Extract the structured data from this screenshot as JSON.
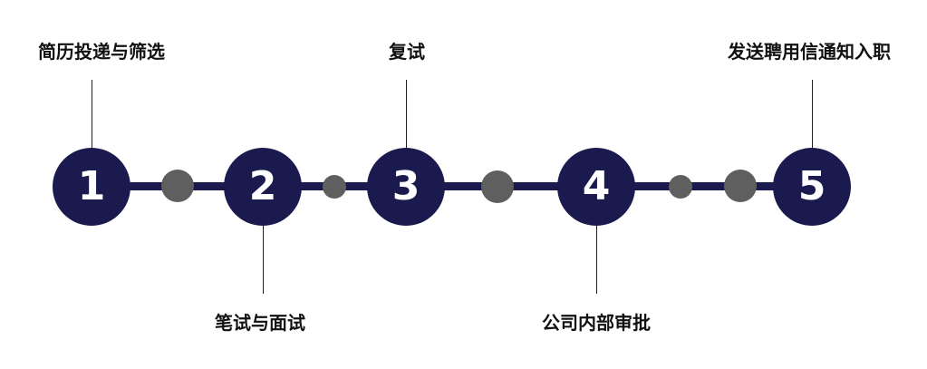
{
  "steps": [
    {
      "number": "1",
      "label": "简历投递与筛选"
    },
    {
      "number": "2",
      "label": "笔试与面试"
    },
    {
      "number": "3",
      "label": "复试"
    },
    {
      "number": "4",
      "label": "公司内部审批"
    },
    {
      "number": "5",
      "label": "发送聘用信通知入职"
    }
  ],
  "colors": {
    "step_fill": "#1b1a4f",
    "bar": "#1b1a4f",
    "dot": "#5f5f5f",
    "number_text": "#ffffff",
    "label_text": "#111111"
  }
}
